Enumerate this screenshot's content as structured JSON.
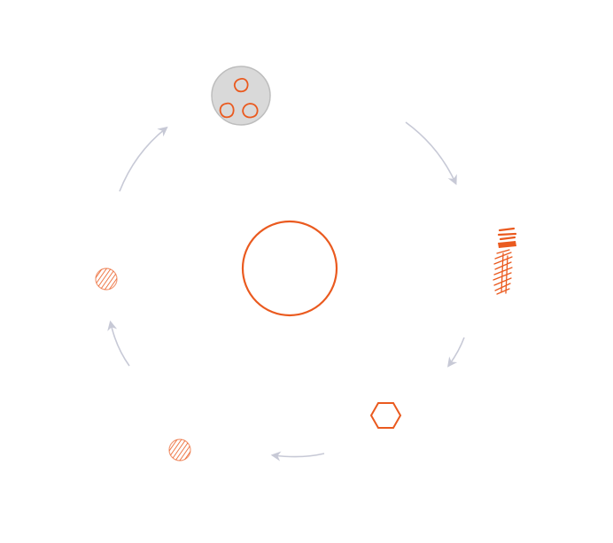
{
  "diagram": {
    "type": "cycle",
    "center": {
      "name": "center-ring",
      "shape": "circle-outline"
    },
    "stages": [
      {
        "name": "plate-with-three-rings",
        "shape": "grey-disc-with-three-ring-outlines"
      },
      {
        "name": "scribbled-tube",
        "shape": "hatched-vertical-tube"
      },
      {
        "name": "hexagon-outline",
        "shape": "hexagon"
      },
      {
        "name": "hatched-dot-lower",
        "shape": "hatched-disc"
      },
      {
        "name": "hatched-dot-left",
        "shape": "hatched-disc"
      }
    ],
    "arrows": [
      {
        "name": "arrow-plate-to-tube"
      },
      {
        "name": "arrow-tube-to-hexagon"
      },
      {
        "name": "arrow-hexagon-to-dot"
      },
      {
        "name": "arrow-dot-to-left-dot"
      },
      {
        "name": "arrow-left-dot-to-plate"
      }
    ],
    "colors": {
      "accent": "#ea5a1f",
      "arrow": "#c7c9d6",
      "plate_fill": "#d9d9d9",
      "plate_stroke": "#bdbdbd",
      "background": "#ffffff"
    }
  }
}
